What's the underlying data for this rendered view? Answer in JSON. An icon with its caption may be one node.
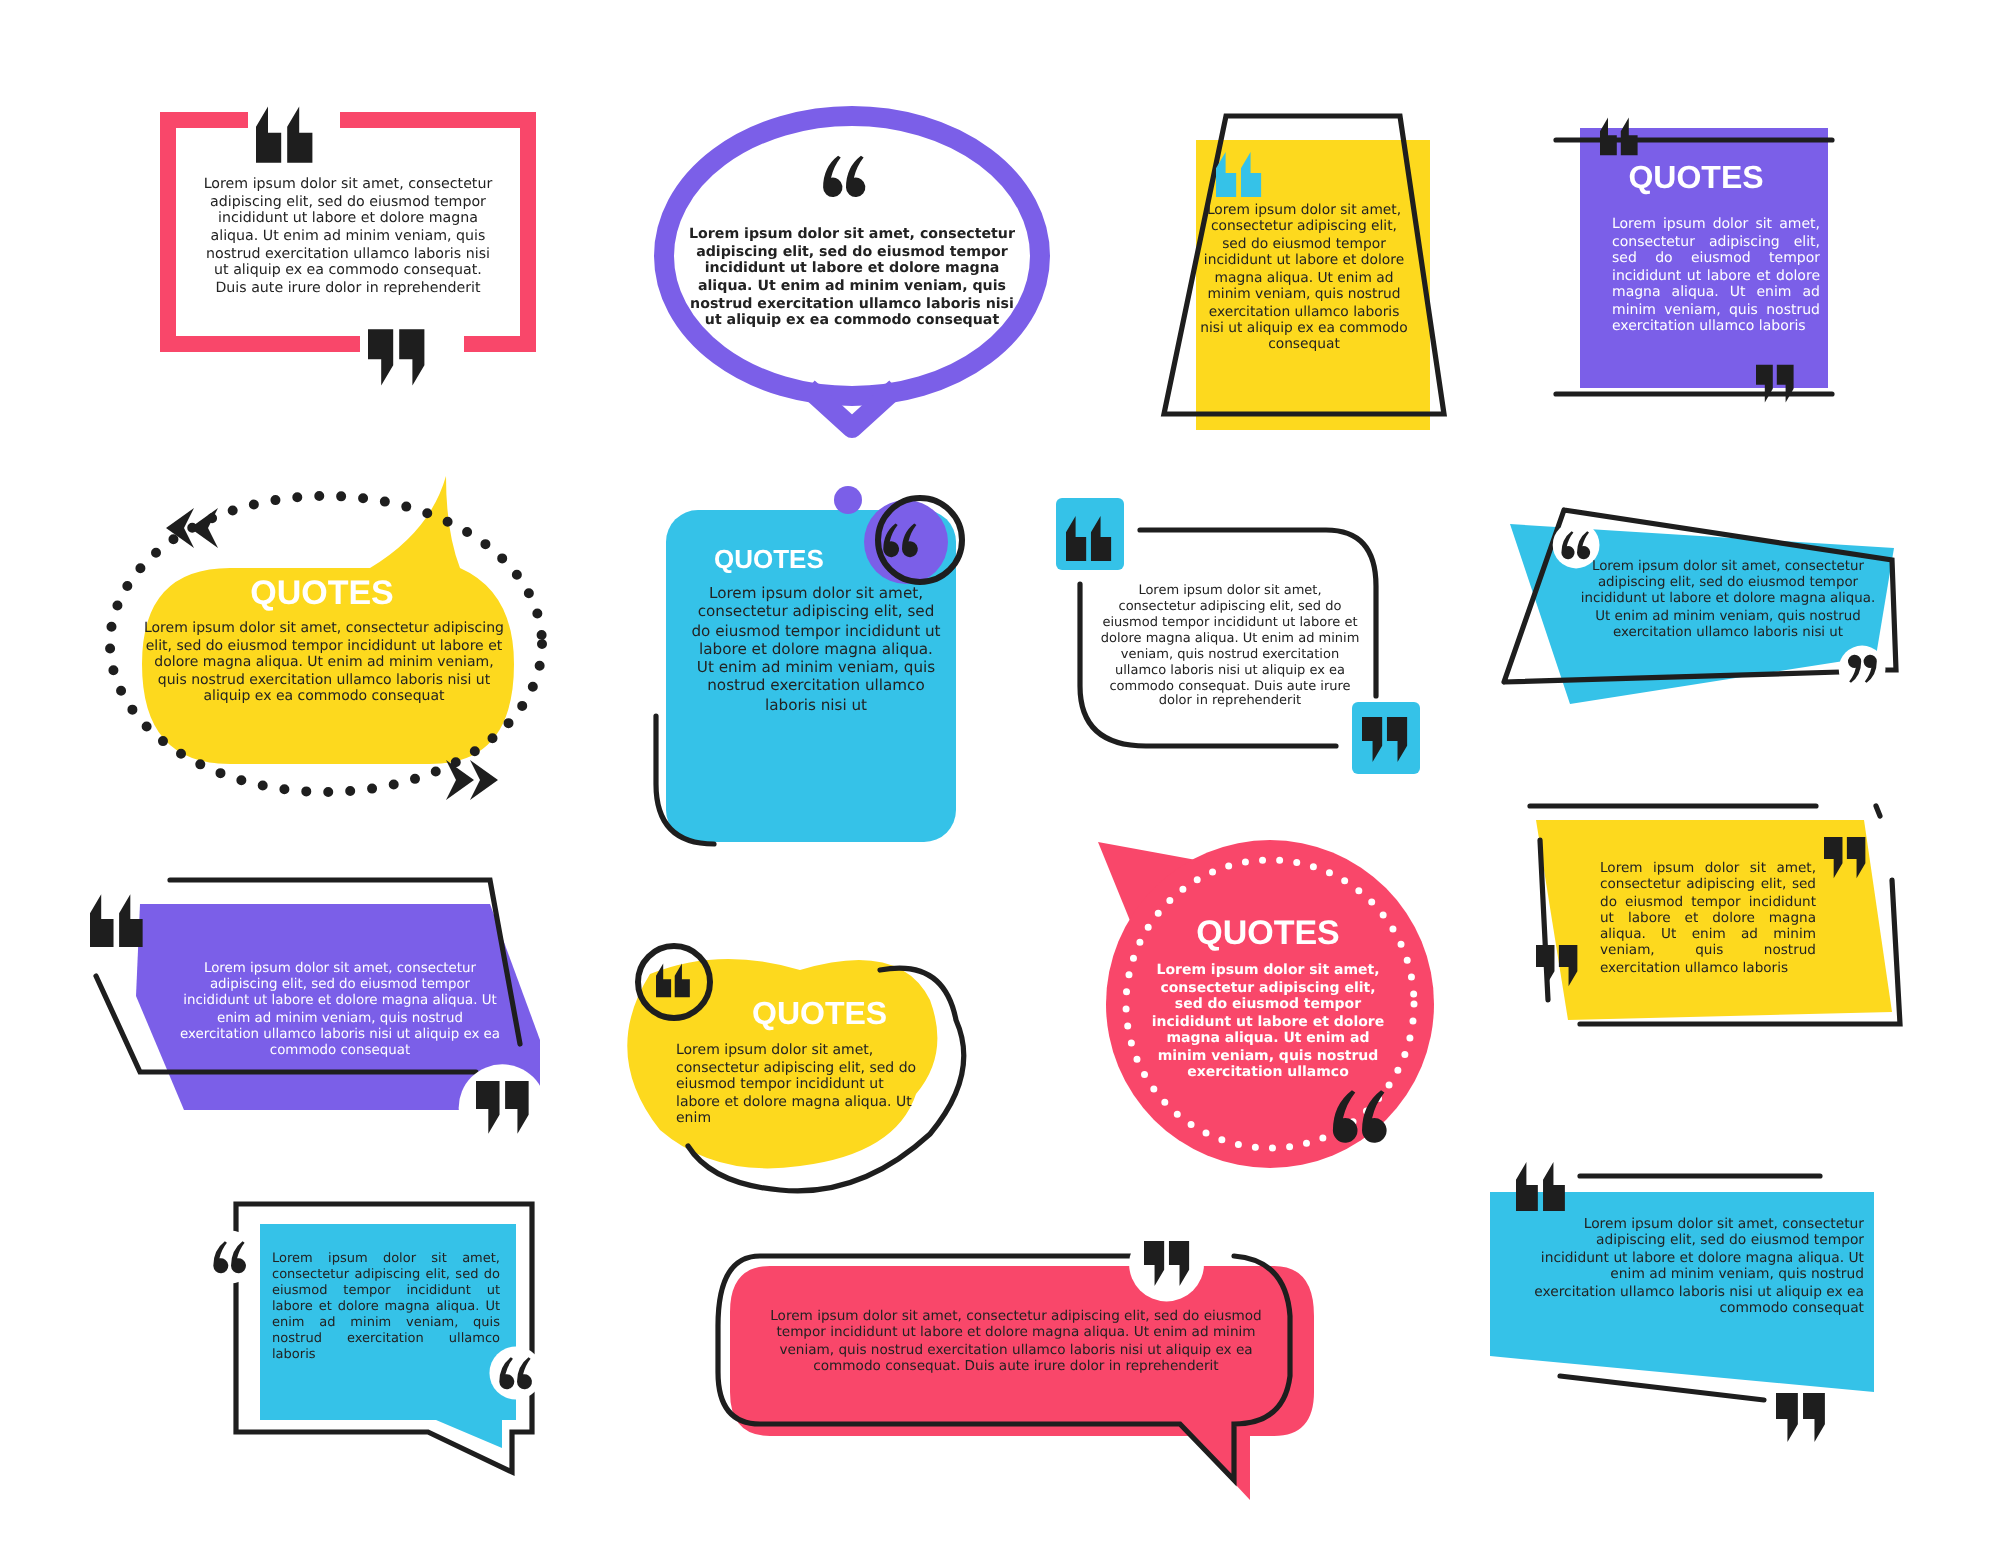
{
  "diagram": {
    "nodes": [
      {
        "text": [
          "Lorem ipsum dolor sit amet, consectetur adipiscing elit, sed do eiusmod tempor incididunt ut labore et dolore magna aliqua. Ut enim ad minim veniam, quis nostrud exercitation ullamco laboris nisi ut aliquip ex ea commodo consequat. Duis aute irure dolor in reprehenderit"
        ]
      },
      {
        "text": [
          "Lorem ipsum dolor sit amet, consectetur adipiscing elit, sed do eiusmod tempor incididunt ut labore et dolore magna aliqua. Ut enim ad minim veniam, quis nostrud exercitation ullamco laboris nisi ut aliquip ex ea commodo consequat"
        ]
      },
      {
        "text": [
          "Lorem ipsum dolor sit amet, consectetur adipiscing elit, sed do eiusmod tempor incididunt ut labore et dolore magna aliqua. Ut enim ad minim veniam, quis nostrud exercitation ullamco laboris nisi ut aliquip ex ea commodo consequat"
        ]
      },
      {
        "text": [
          "QUOTES",
          "Lorem ipsum dolor sit amet, consectetur adipiscing elit, sed do eiusmod tempor incididunt ut labore et dolore magna aliqua. Ut enim ad minim veniam, quis nostrud exercitation ullamco laboris"
        ]
      },
      {
        "text": [
          "QUOTES",
          "Lorem ipsum dolor sit amet, consectetur adipiscing elit, sed do eiusmod tempor incididunt ut labore et dolore magna aliqua. Ut enim ad minim veniam, quis nostrud exercitation ullamco laboris nisi ut aliquip ex ea commodo consequat"
        ]
      },
      {
        "text": [
          "QUOTES",
          "Lorem ipsum dolor sit amet, consectetur adipiscing elit, sed do eiusmod tempor incididunt ut labore et dolore magna aliqua. Ut enim ad minim veniam, quis nostrud exercitation ullamco laboris nisi ut"
        ]
      },
      {
        "text": [
          "Lorem ipsum dolor sit amet, consectetur adipiscing elit, sed do eiusmod tempor incididunt ut labore et dolore magna aliqua. Ut enim ad minim veniam, quis nostrud exercitation ullamco laboris nisi ut aliquip ex ea commodo consequat. Duis aute irure dolor in reprehenderit"
        ]
      },
      {
        "text": [
          "Lorem ipsum dolor sit amet, consectetur adipiscing elit, sed do eiusmod tempor incididunt ut labore et dolore magna aliqua. Ut enim ad minim veniam, quis nostrud exercitation ullamco laboris nisi ut"
        ]
      },
      {
        "text": [
          "Lorem ipsum dolor sit amet, consectetur adipiscing elit, sed do eiusmod tempor incididunt ut labore et dolore magna aliqua. Ut enim ad minim veniam, quis nostrud exercitation ullamco laboris nisi ut aliquip ex ea commodo consequat"
        ]
      },
      {
        "text": [
          "QUOTES",
          "Lorem ipsum dolor sit amet, consectetur adipiscing elit, sed do eiusmod tempor incididunt ut labore et dolore magna aliqua. Ut enim"
        ]
      },
      {
        "text": [
          "QUOTES",
          "Lorem ipsum dolor sit amet, consectetur adipiscing elit, sed do eiusmod tempor incididunt ut labore et dolore magna aliqua. Ut enim ad minim veniam, quis nostrud exercitation ullamco"
        ]
      },
      {
        "text": [
          "Lorem ipsum dolor sit amet, consectetur adipiscing elit, sed do eiusmod tempor incididunt ut labore et dolore magna aliqua. Ut enim ad minim veniam, quis nostrud exercitation ullamco laboris"
        ]
      },
      {
        "text": [
          "Lorem ipsum dolor sit amet, consectetur adipiscing elit, sed do eiusmod tempor incididunt ut labore et dolore magna aliqua. Ut enim ad minim veniam, quis nostrud exercitation ullamco laboris"
        ]
      },
      {
        "text": [
          "Lorem ipsum dolor sit amet, consectetur adipiscing elit, sed do eiusmod tempor incididunt ut labore et dolore magna aliqua. Ut enim ad minim veniam, quis nostrud exercitation ullamco laboris nisi ut aliquip ex ea commodo consequat. Duis aute irure dolor in reprehenderit"
        ]
      },
      {
        "text": [
          "Lorem ipsum dolor sit amet, consectetur adipiscing elit, sed do eiusmod tempor incididunt ut labore et dolore magna aliqua. Ut enim ad minim veniam, quis nostrud exercitation ullamco laboris nisi ut aliquip ex ea commodo consequat"
        ]
      }
    ]
  }
}
